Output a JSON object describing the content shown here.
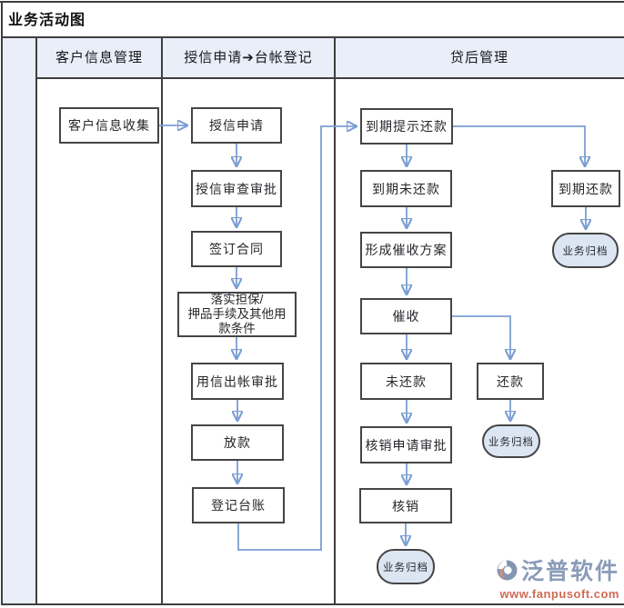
{
  "title": "业务活动图",
  "lanes": [
    {
      "label": "客户信息管理"
    },
    {
      "label": "授信申请➔台帐登记"
    },
    {
      "label": "贷后管理"
    }
  ],
  "nodes": {
    "collect_info": {
      "label": "客户信息收集"
    },
    "credit_apply": {
      "label": "授信申请"
    },
    "credit_review": {
      "label": "授信审查审批"
    },
    "sign_contract": {
      "label": "签订合同"
    },
    "implement_guarantee": {
      "label": "落实担保/\n押品手续及其他用\n款条件"
    },
    "credit_disburse_review": {
      "label": "用信出帐审批"
    },
    "disburse": {
      "label": "放款"
    },
    "register_ledger": {
      "label": "登记台账"
    },
    "due_reminder": {
      "label": "到期提示还款"
    },
    "due_unpaid": {
      "label": "到期未还款"
    },
    "collection_plan": {
      "label": "形成催收方案"
    },
    "collection": {
      "label": "催收"
    },
    "unpaid": {
      "label": "未还款"
    },
    "writeoff_review": {
      "label": "核销申请审批"
    },
    "writeoff": {
      "label": "核销"
    },
    "due_repaid": {
      "label": "到期还款"
    },
    "repaid": {
      "label": "还款"
    },
    "archive_due": {
      "label": "业务归档"
    },
    "archive_repaid": {
      "label": "业务归档"
    },
    "archive_writeoff": {
      "label": "业务归档"
    }
  },
  "watermark": {
    "brand": "泛普软件",
    "url": "www.fanpusoft.com"
  },
  "colors": {
    "lane_fill": "#e9eef8",
    "terminal_fill": "#dce6f3",
    "connector_line": "#7b9ed2",
    "connector_arrowhead": "#4a79bb",
    "grid_line": "#3f3f3f",
    "brand_text": "#8b9cb8",
    "brand_url": "#cf6a55"
  }
}
